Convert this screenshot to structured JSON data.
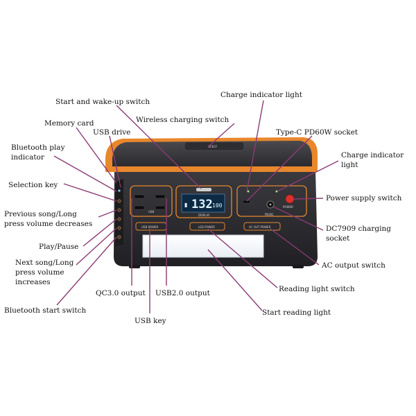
{
  "labels": {
    "start_wake": "Start and wake-up switch",
    "charge_indicator_top": "Charge indicator light",
    "memory_card": "Memory card",
    "wireless_charging": "Wireless charging switch",
    "usb_drive": "USB drive",
    "typec": "Type-C PD60W socket",
    "bt_play_1": "Bluetooth play",
    "bt_play_2": "indicator",
    "charge_indicator_right_1": "Charge indicator",
    "charge_indicator_right_2": "light",
    "selection_key": "Selection key",
    "power_supply": "Power supply switch",
    "prev_song_1": "Previous song/Long",
    "prev_song_2": "press volume decreases",
    "dc7909_1": "DC7909 charging",
    "dc7909_2": "socket",
    "play_pause": "Play/Pause",
    "next_song_1": "Next song/Long",
    "next_song_2": "press volume",
    "next_song_3": "increases",
    "ac_output": "AC output switch",
    "reading_switch": "Reading light switch",
    "qc3": "QC3.0 output",
    "usb2": "USB2.0 output",
    "bt_start": "Bluetooth start switch",
    "start_reading": "Start reading light",
    "usb_key": "USB key"
  },
  "device": {
    "lcd_reading": "132",
    "lcd_unit": "100",
    "panel_display": "DISPLAY",
    "panel_led_power": "LED POWER",
    "panel_usb_power": "USB POWER",
    "panel_ac_power": "AC OUT POWER",
    "panel_pd": "PD/DC",
    "panel_power": "POWER",
    "panel_usb": "USB"
  },
  "colors": {
    "body": "#2a2a2e",
    "orange_trim": "#e8872c",
    "leader_line": "#8c3a74",
    "power_button": "#d8322a"
  }
}
